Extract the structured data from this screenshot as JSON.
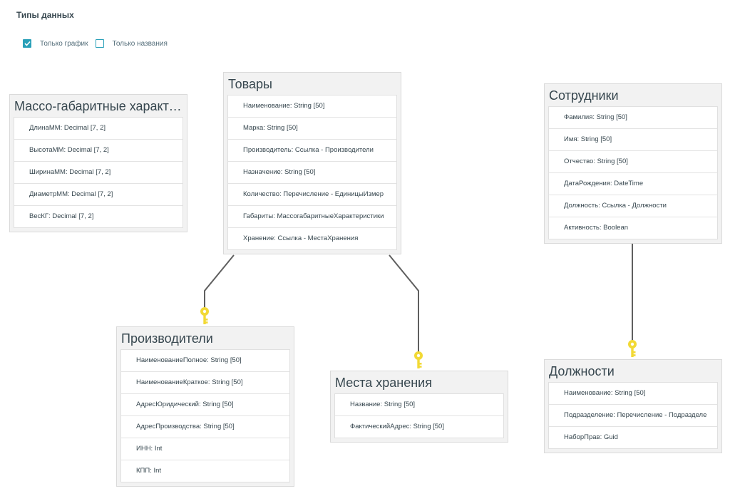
{
  "page": {
    "title": "Типы данных"
  },
  "filters": [
    {
      "label": "Только график",
      "checked": true
    },
    {
      "label": "Только названия",
      "checked": false
    }
  ],
  "entities": {
    "massgab": {
      "title": "Массо-габаритные характе...",
      "fields": [
        "ДлинаММ: Decimal [7, 2]",
        "ВысотаММ: Decimal [7, 2]",
        "ШиринаММ: Decimal [7, 2]",
        "ДиаметрММ: Decimal [7, 2]",
        "ВесКГ: Decimal [7, 2]"
      ]
    },
    "tovary": {
      "title": "Товары",
      "fields": [
        "Наименование: String [50]",
        "Марка: String [50]",
        "Производитель: Ссылка - Производители",
        "Назначение: String [50]",
        "Количество: Перечисление - ЕдиницыИзмер",
        "Габариты: МассогабаритныеХарактеристики",
        "Хранение: Ссылка - МестаХранения"
      ]
    },
    "sotrudniki": {
      "title": "Сотрудники",
      "fields": [
        "Фамилия: String [50]",
        "Имя: String [50]",
        "Отчество: String [50]",
        "ДатаРождения: DateTime",
        "Должность: Ссылка - Должности",
        "Активность: Boolean"
      ]
    },
    "proizvoditeli": {
      "title": "Производители",
      "fields": [
        "НаименованиеПолное: String [50]",
        "НаименованиеКраткое: String [50]",
        "АдресЮридический: String [50]",
        "АдресПроизводства: String [50]",
        "ИНН: Int",
        "КПП: Int"
      ]
    },
    "mesta": {
      "title": "Места хранения",
      "fields": [
        "Название: String [50]",
        "ФактическийАдрес: String [50]"
      ]
    },
    "dolzhnosti": {
      "title": "Должности",
      "fields": [
        "Наименование: String [50]",
        "Подразделение: Перечисление - Подразделе",
        "НаборПрав: Guid"
      ]
    }
  },
  "relations": [
    {
      "from": "tovary",
      "to": "proizvoditeli"
    },
    {
      "from": "tovary",
      "to": "mesta"
    },
    {
      "from": "sotrudniki",
      "to": "dolzhnosti"
    }
  ],
  "colors": {
    "accent": "#29a0b8",
    "key": "#f2d935",
    "link": "#5f5f5f"
  }
}
